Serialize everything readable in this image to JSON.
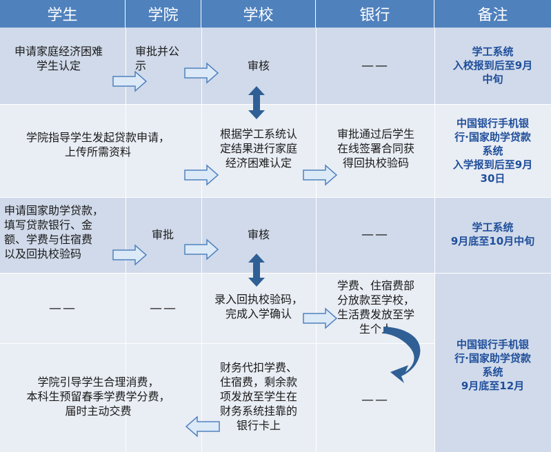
{
  "headers": [
    "学生",
    "学院",
    "学校",
    "银行",
    "备注"
  ],
  "rows": [
    {
      "student": "申请家庭经济困难\n学生认定",
      "college": "审批并公\n示",
      "school": "审核",
      "bank": "——",
      "note": "学工系统\n入校报到后至9月\n中旬"
    },
    {
      "student": "学院指导学生发起贷款申请，\n上传所需资料",
      "college": "",
      "school": "根据学工系统认\n定结果进行家庭\n经济困难认定",
      "bank": "审批通过后学生\n在线签署合同获\n得回执校验码",
      "note": "中国银行手机银\n行·国家助学贷款\n系统\n入学报到后至9月\n30日"
    },
    {
      "student": "申请国家助学贷款，\n填写贷款银行、金\n额、学费与住宿费\n以及回执校验码",
      "college": "审批",
      "school": "审核",
      "bank": "——",
      "note": "学工系统\n9月底至10月中旬"
    },
    {
      "student": "——",
      "college": "——",
      "school": "录入回执校验码，\n完成入学确认",
      "bank": "学费、住宿费部\n分放款至学校，\n生活费发放至学\n生个人"
    },
    {
      "student": "学院引导学生合理消费，\n本科生预留春季学费学分费，\n届时主动交费",
      "college": "",
      "school": "财务代扣学费、\n住宿费，剩余款\n项发放至学生在\n财务系统挂靠的\n银行卡上",
      "bank": "——"
    }
  ],
  "merged_note": "中国银行手机银\n行·国家助学贷款\n系统\n9月底至12月",
  "colors": {
    "header": "#4F81BD",
    "band_dark": "#D0DAEA",
    "band_light": "#E9EDF4",
    "arrow_fill": "#DCE9F7",
    "arrow_stroke": "#4F81BD",
    "double_arrow": "#2F5F95",
    "note_text": "#1F4E9A"
  }
}
